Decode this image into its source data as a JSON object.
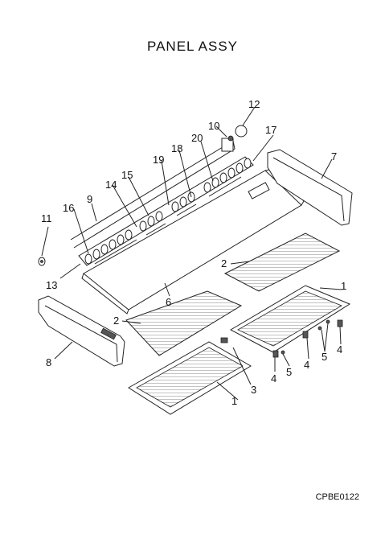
{
  "title": "PANEL ASSY",
  "doc_code": "CPBE0122",
  "callouts": [
    "1",
    "1",
    "2",
    "2",
    "3",
    "4",
    "4",
    "4",
    "5",
    "5",
    "6",
    "7",
    "8",
    "9",
    "10",
    "11",
    "12",
    "13",
    "14",
    "15",
    "16",
    "17",
    "18",
    "19",
    "20"
  ]
}
